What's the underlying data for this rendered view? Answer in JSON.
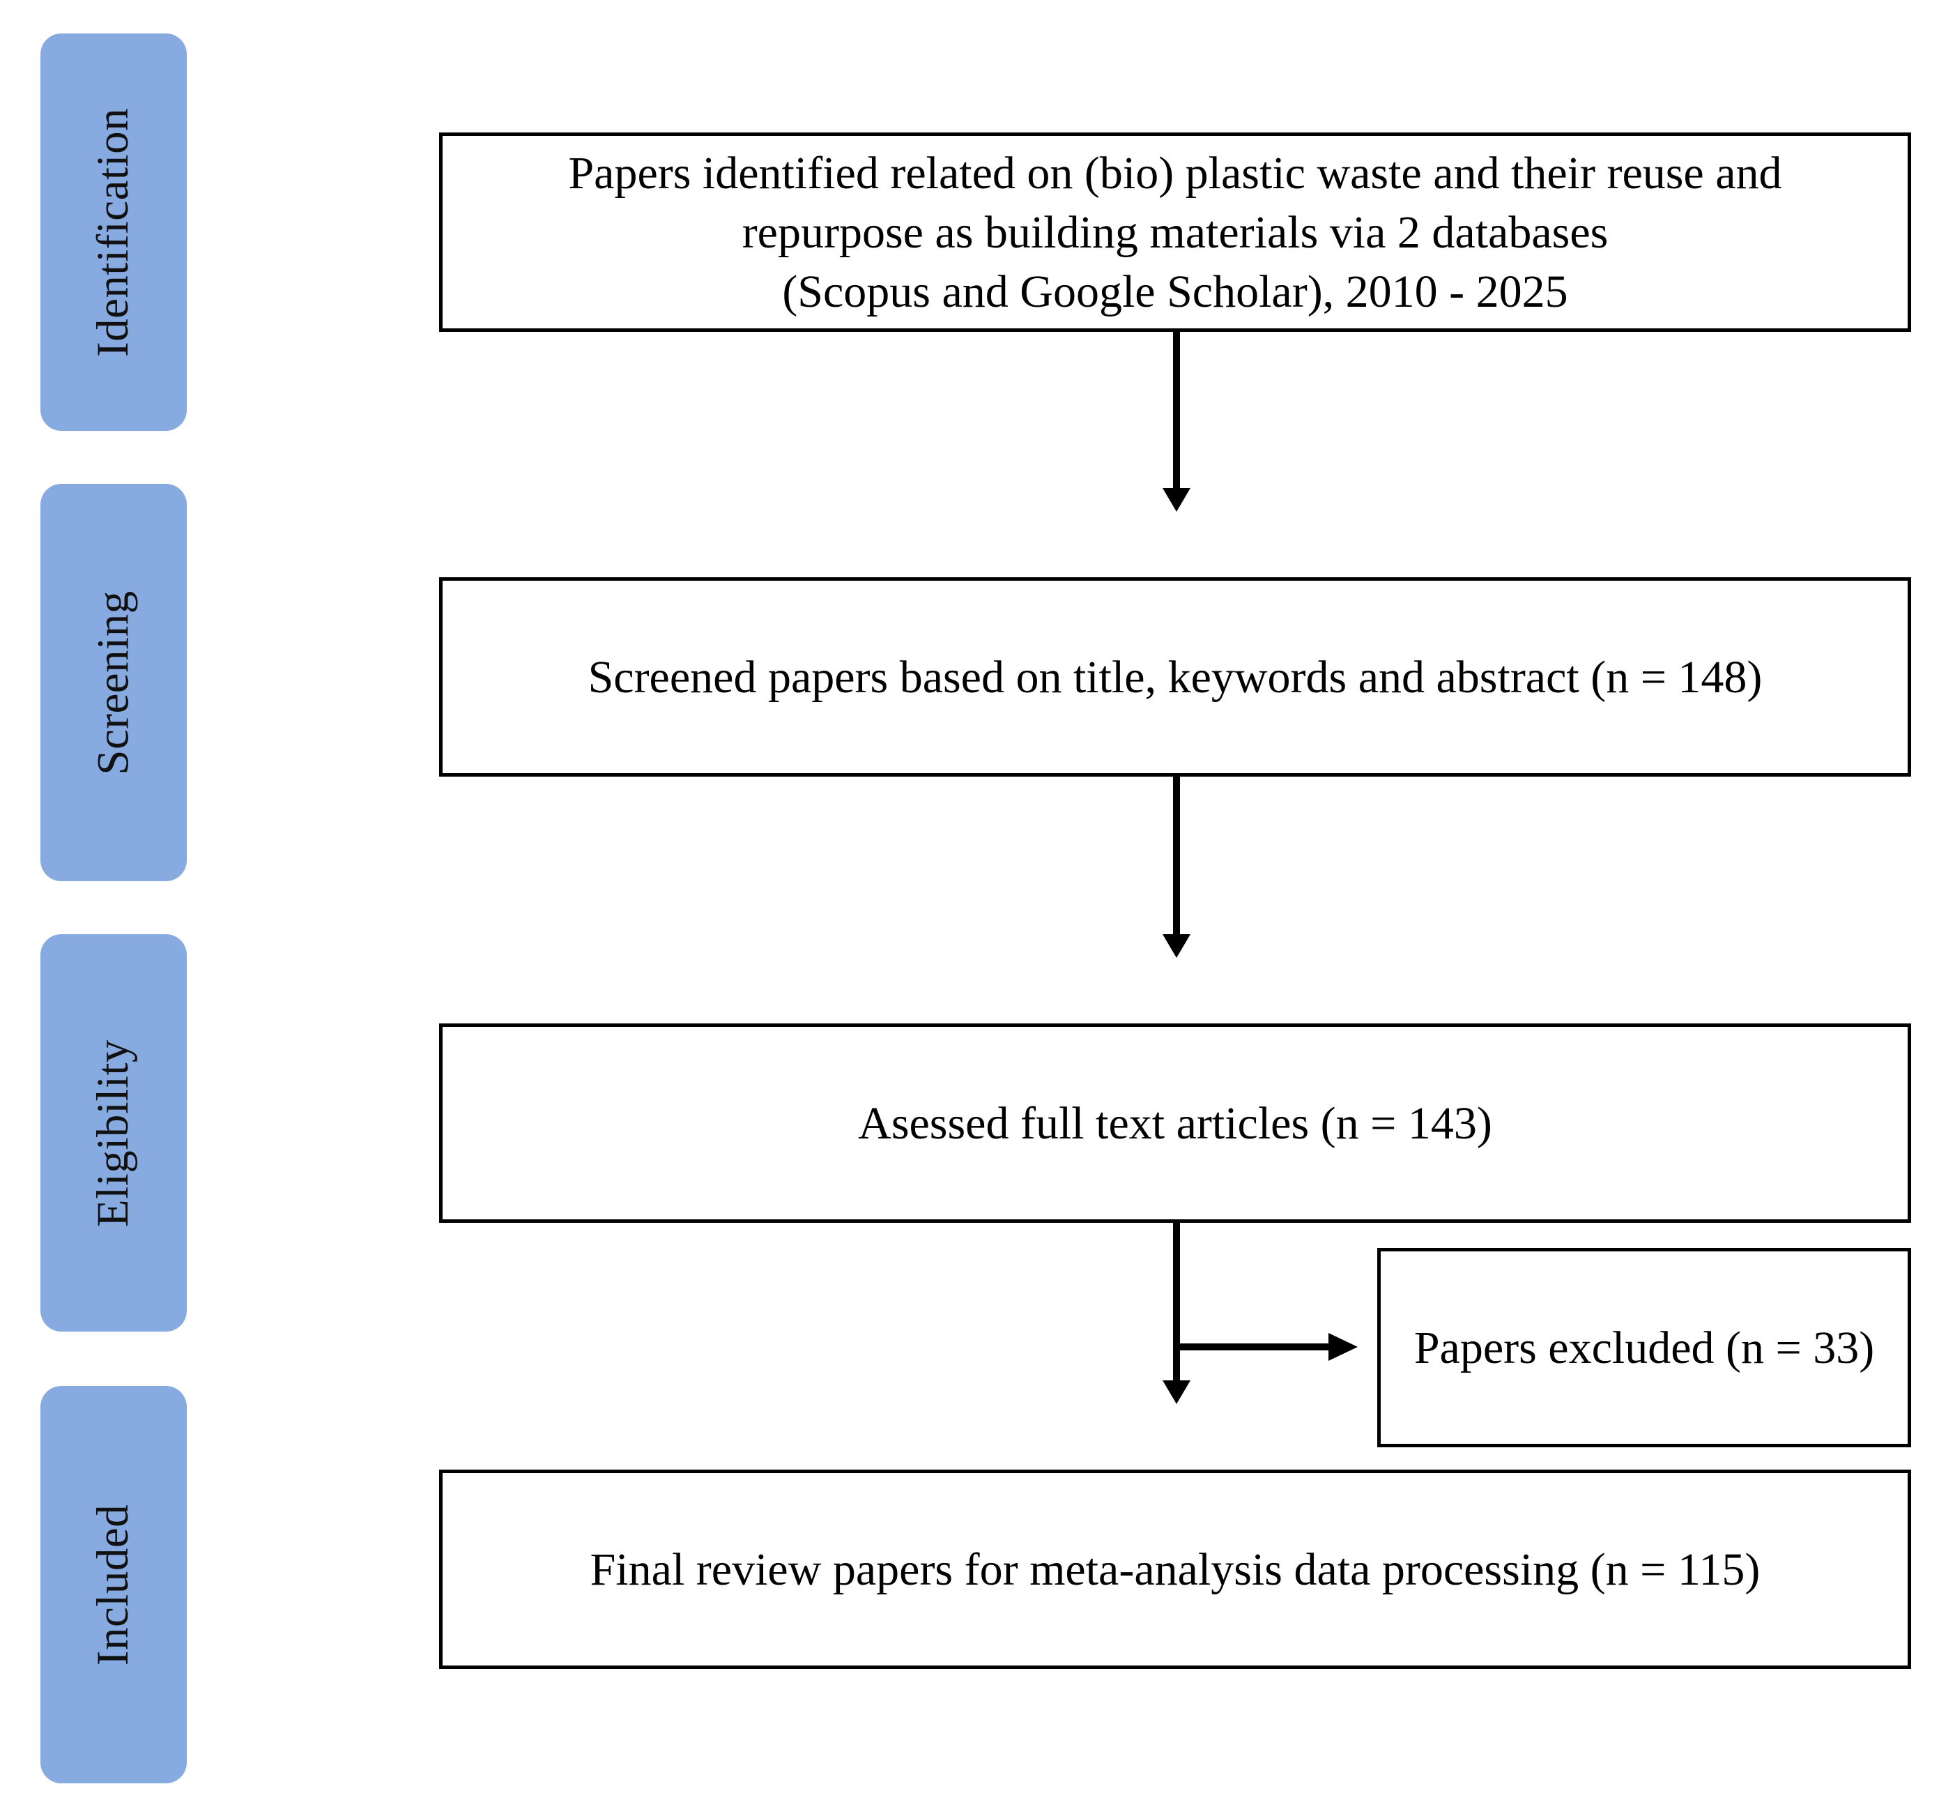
{
  "stages": [
    {
      "label": "Identification"
    },
    {
      "label": "Screening"
    },
    {
      "label": "Eligibility"
    },
    {
      "label": "Included"
    }
  ],
  "boxes": {
    "identified": {
      "lines": [
        "Papers identified related on (bio) plastic waste and their reuse and",
        "repurpose as building materials via 2 databases",
        "(Scopus and Google Scholar), 2010 - 2025"
      ]
    },
    "screened": {
      "text": "Screened papers based on title, keywords and abstract (n = 148)"
    },
    "assessed": {
      "text": "Asessed full text articles (n = 143)"
    },
    "excluded": {
      "text": "Papers excluded (n = 33)"
    },
    "final": {
      "text": "Final review papers for meta-analysis data processing (n = 115)"
    }
  },
  "colors": {
    "stage_fill": "#87abe0",
    "box_border": "#000000",
    "arrow": "#000000"
  }
}
